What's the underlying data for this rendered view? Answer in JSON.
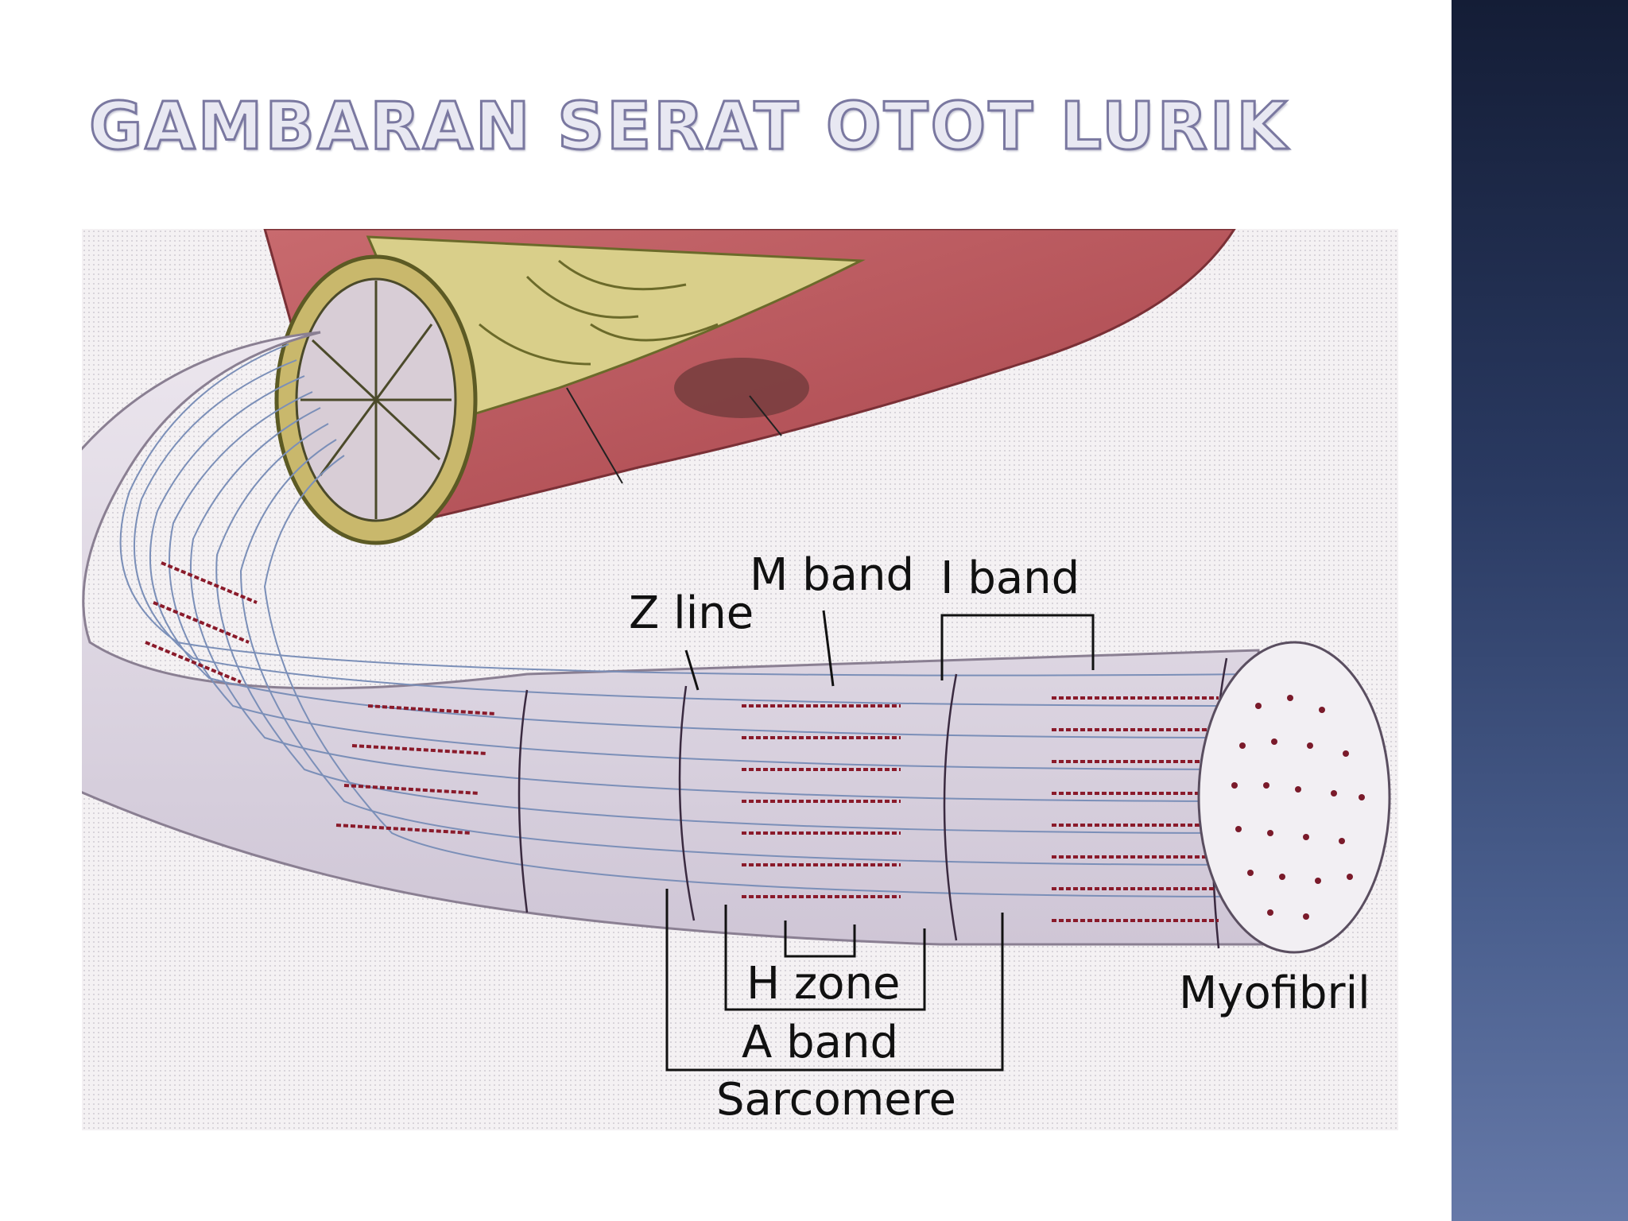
{
  "slide": {
    "title": "GAMBARAN SERAT OTOT LURIK"
  },
  "diagram": {
    "labels": {
      "m_band": "M band",
      "i_band": "I band",
      "z_line": "Z line",
      "h_zone": "H zone",
      "a_band": "A band",
      "sarcomere": "Sarcomere",
      "myofibril": "Myofibril"
    }
  },
  "colors": {
    "title_outline": "#7a78a0",
    "side_panel_top": "#141d36",
    "side_panel_bottom": "#6679a8",
    "myofibril_fill": "#e6dfe8",
    "striation_red": "#8a1a2a",
    "muscle_red": "#b8545a",
    "connective_yellow": "#d9cf8a"
  }
}
